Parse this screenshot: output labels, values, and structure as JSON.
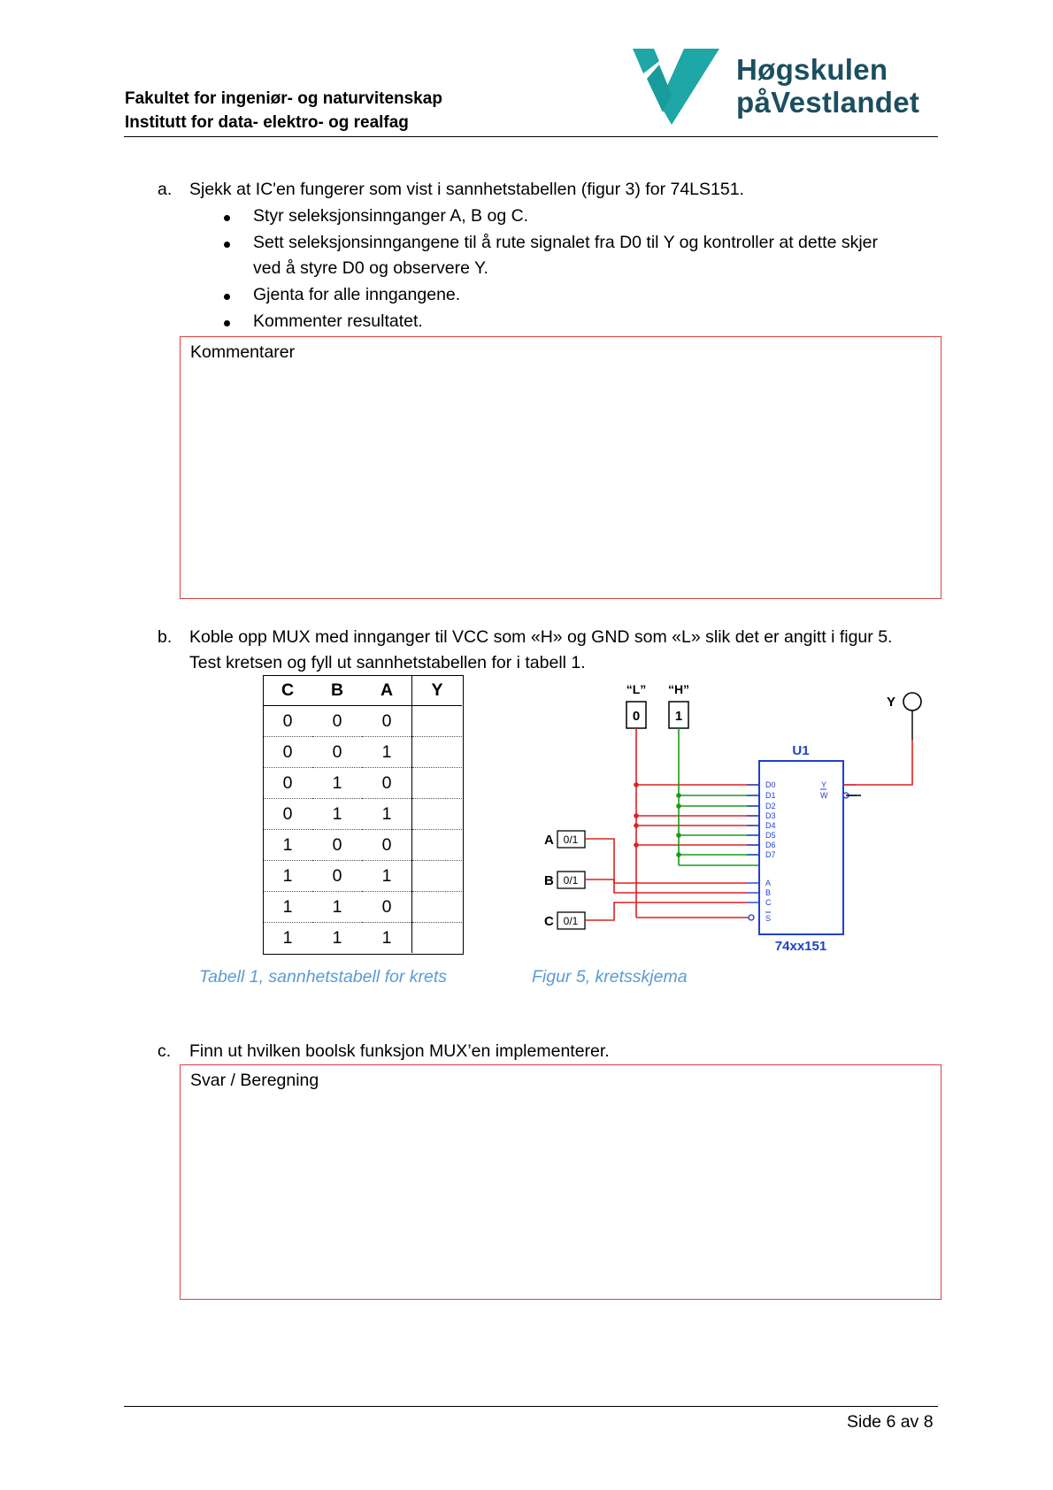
{
  "header": {
    "faculty": "Fakultet for ingeniør- og naturvitenskap",
    "institute": "Institutt for data- elektro- og realfag",
    "logo_line1": "Høgskulen",
    "logo_line2": "påVestlandet",
    "logo_color": "#1b4f5f",
    "logo_accent": "#1fa6a6"
  },
  "task_a": {
    "marker": "a.",
    "text": "Sjekk at IC'en fungerer som vist i sannhetstabellen (figur 3) for 74LS151.",
    "bullets": [
      "Styr seleksjonsinnganger A, B og C.",
      "Sett seleksjonsinngangene til å rute signalet fra D0 til Y og kontroller at dette skjer",
      "ved å styre D0 og observere Y.",
      "Gjenta for alle inngangene.",
      "Kommenter resultatet."
    ],
    "box_label": "Kommentarer"
  },
  "task_b": {
    "marker": "b.",
    "line1": "Koble opp MUX med innganger til VCC som «H» og GND som «L» slik det er angitt i figur 5.",
    "line2": "Test kretsen og fyll ut sannhetstabellen for i tabell 1.",
    "table_caption": "Tabell 1, sannhetstabell for krets",
    "figure_caption": "Figur 5, kretsskjema"
  },
  "truth_table": {
    "headers": [
      "C",
      "B",
      "A",
      "Y"
    ],
    "rows": [
      [
        "0",
        "0",
        "0"
      ],
      [
        "0",
        "0",
        "1"
      ],
      [
        "0",
        "1",
        "0"
      ],
      [
        "0",
        "1",
        "1"
      ],
      [
        "1",
        "0",
        "0"
      ],
      [
        "1",
        "0",
        "1"
      ],
      [
        "1",
        "1",
        "0"
      ],
      [
        "1",
        "1",
        "1"
      ]
    ]
  },
  "circuit": {
    "label_L": "“L”",
    "label_H": "“H”",
    "key_L": "0",
    "key_H": "1",
    "output_label": "Y",
    "chip_name": "U1",
    "chip_part": "74xx151",
    "data_pins": [
      "D0",
      "D1",
      "D2",
      "D3",
      "D4",
      "D5",
      "D6",
      "D7"
    ],
    "select_pins": [
      "A",
      "B",
      "C"
    ],
    "strobe_pin": "S",
    "out_pins": [
      "Y",
      "W"
    ],
    "inputs": [
      {
        "name": "A",
        "key": "0/1"
      },
      {
        "name": "B",
        "key": "0/1"
      },
      {
        "name": "C",
        "key": "0/1"
      }
    ],
    "wire_red": "#e02020",
    "wire_green": "#1a9a1a",
    "chip_blue": "#1f3fd0"
  },
  "task_c": {
    "marker": "c.",
    "text": "Finn ut hvilken boolsk funksjon MUX’en implementerer.",
    "box_label": "Svar / Beregning"
  },
  "footer": {
    "page": "Side 6 av 8"
  }
}
